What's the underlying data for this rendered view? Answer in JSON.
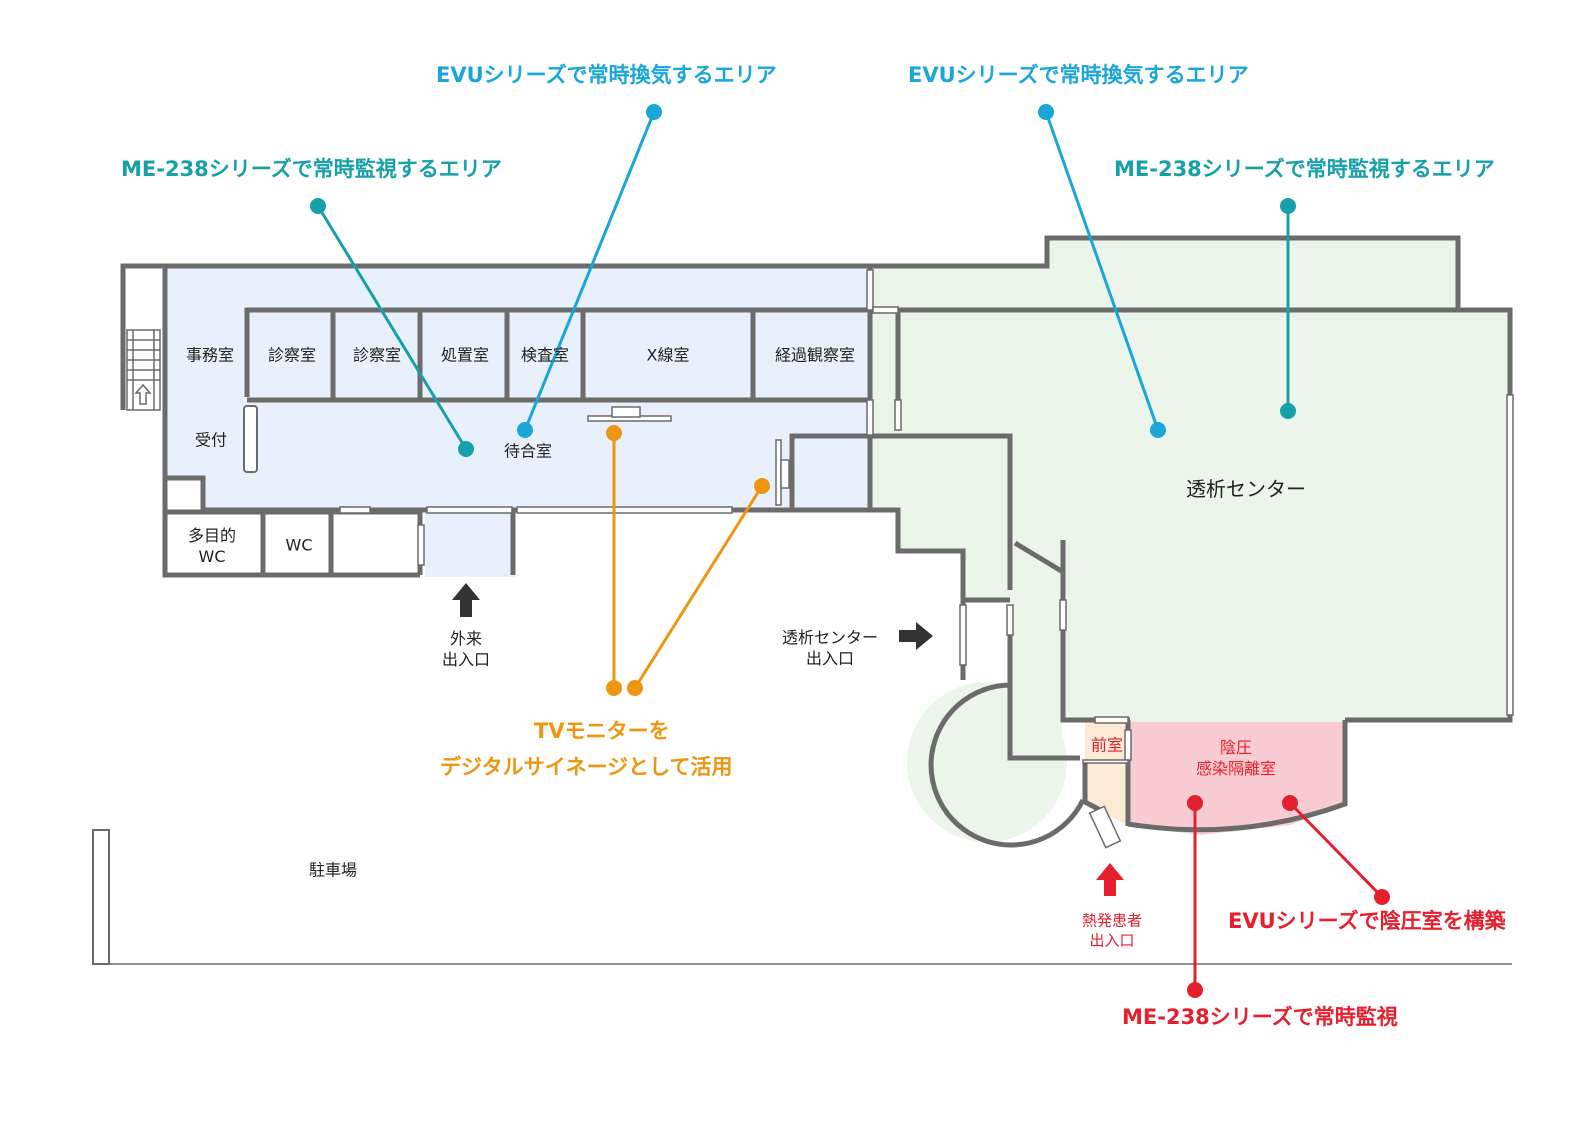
{
  "colors": {
    "teal": "#17a0a9",
    "blue": "#1aa6d8",
    "orange": "#ee9612",
    "red": "#e5202e",
    "wall": "#6b6b6b",
    "waiting_fill": "#e8f1fb",
    "dialysis_fill": "#ebf5ea",
    "negative_pressure_fill": "#f9ccd1",
    "anteroom_fill": "#fbebd6"
  },
  "callouts": {
    "me238_left": "ME-238シリーズで常時監視するエリア",
    "evu_left": "EVUシリーズで常時換気するエリア",
    "evu_right": "EVUシリーズで常時換気するエリア",
    "me238_right": "ME-238シリーズで常時監視するエリア",
    "tv_line1": "TVモニターを",
    "tv_line2": "デジタルサイネージとして活用",
    "evu_negative": "EVUシリーズで陰圧室を構築",
    "me238_negative": "ME-238シリーズで常時監視"
  },
  "rooms": {
    "office": "事務室",
    "exam1": "診察室",
    "exam2": "診察室",
    "treatment": "処置室",
    "inspection": "検査室",
    "xray": "X線室",
    "observation": "経過観察室",
    "reception": "受付",
    "waiting": "待合室",
    "multipurpose_wc_line1": "多目的",
    "multipurpose_wc_line2": "WC",
    "wc": "WC",
    "dialysis": "透析センター",
    "anteroom": "前室",
    "negative_line1": "陰圧",
    "negative_line2": "感染隔離室",
    "parking": "駐車場"
  },
  "entrances": {
    "outpatient_line1": "外来",
    "outpatient_line2": "出入口",
    "dialysis_line1": "透析センター",
    "dialysis_line2": "出入口",
    "fever_line1": "熱発患者",
    "fever_line2": "出入口"
  }
}
